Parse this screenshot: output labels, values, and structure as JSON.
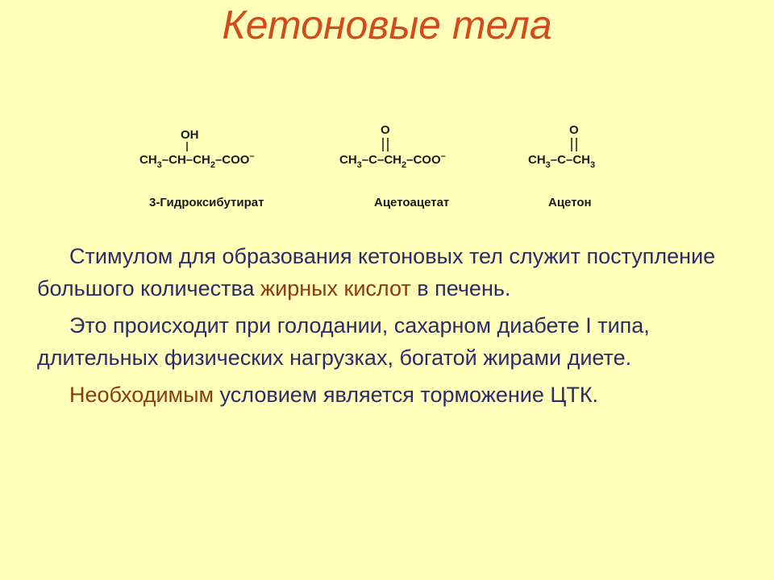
{
  "slide": {
    "title": "Кетоновые тела"
  },
  "formulas": [
    {
      "name": "3-Гидроксибутират",
      "top_group": "OH",
      "parts": [
        "CH",
        "3",
        "–CH–CH",
        "2",
        "–COO",
        "–"
      ]
    },
    {
      "name": "Ацетоацетат",
      "top_group": "O",
      "parts": [
        "CH",
        "3",
        "–C–CH",
        "2",
        "–COO",
        "–"
      ]
    },
    {
      "name": "Ацетон",
      "top_group": "O",
      "parts": [
        "CH",
        "3",
        "–C–CH",
        "3"
      ]
    }
  ],
  "paragraphs": {
    "p1_a": "Стимулом для образования кетоновых тел служит поступление большого количества ",
    "p1_hl": "жирных кислот",
    "p1_b": " в печень.",
    "p2": "Это происходит при голодании, сахарном диабете I типа, длительных физических нагрузках, богатой жирами диете.",
    "p3_hl": "Необходимым",
    "p3_b": " условием является торможение ЦТК."
  },
  "colors": {
    "background": "#FFFFB9",
    "title": "#D24A1E",
    "body_text": "#2B2B6B",
    "highlight": "#8B3A14"
  }
}
